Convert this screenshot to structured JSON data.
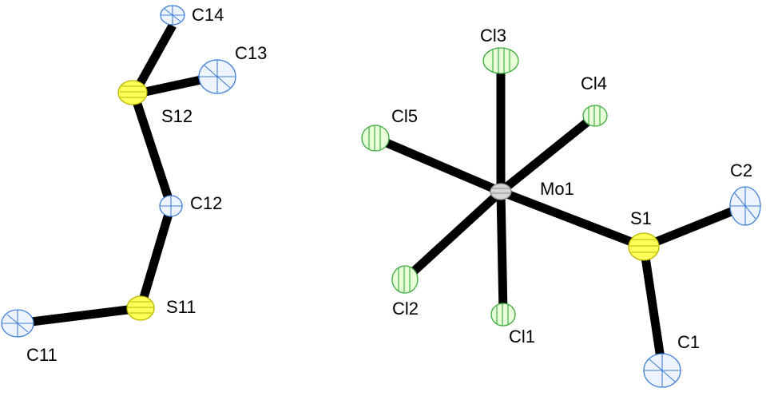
{
  "colors": {
    "carbon_stroke": "#3f7fd6",
    "carbon_fill": "#eef4ff",
    "sulfur_stroke": "#b8b400",
    "sulfur_fill": "#ffff5a",
    "chlorine_stroke": "#3aa83a",
    "chlorine_fill": "#e7ffd9",
    "molybdenum_stroke": "#8a8a8a",
    "molybdenum_fill": "#d6d6d6",
    "bond": "#000000",
    "label": "#000000"
  },
  "molecules": {
    "ligand": {
      "atoms": {
        "C14": {
          "label": "C14",
          "element": "C"
        },
        "C13": {
          "label": "C13",
          "element": "C"
        },
        "S12": {
          "label": "S12",
          "element": "S"
        },
        "C12": {
          "label": "C12",
          "element": "C"
        },
        "S11": {
          "label": "S11",
          "element": "S"
        },
        "C11": {
          "label": "C11",
          "element": "C"
        }
      }
    },
    "complex": {
      "atoms": {
        "Cl3": {
          "label": "Cl3",
          "element": "Cl"
        },
        "Cl4": {
          "label": "Cl4",
          "element": "Cl"
        },
        "Cl5": {
          "label": "Cl5",
          "element": "Cl"
        },
        "Mo1": {
          "label": "Mo1",
          "element": "Mo"
        },
        "S1": {
          "label": "S1",
          "element": "S"
        },
        "C2": {
          "label": "C2",
          "element": "C"
        },
        "Cl2": {
          "label": "Cl2",
          "element": "Cl"
        },
        "Cl1": {
          "label": "Cl1",
          "element": "Cl"
        },
        "C1": {
          "label": "C1",
          "element": "C"
        }
      }
    }
  }
}
